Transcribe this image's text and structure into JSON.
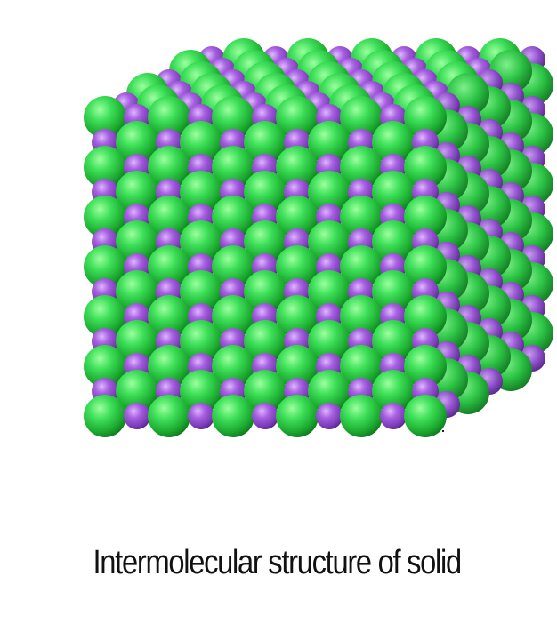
{
  "figure": {
    "caption": "Intermolecular structure of solid",
    "atom_types": [
      {
        "name": "large-sphere",
        "color": "#22c23a"
      },
      {
        "name": "small-sphere",
        "color": "#9a4fd6"
      }
    ]
  },
  "colors": {
    "background": "#ffffff",
    "caption_text": "#111111"
  }
}
